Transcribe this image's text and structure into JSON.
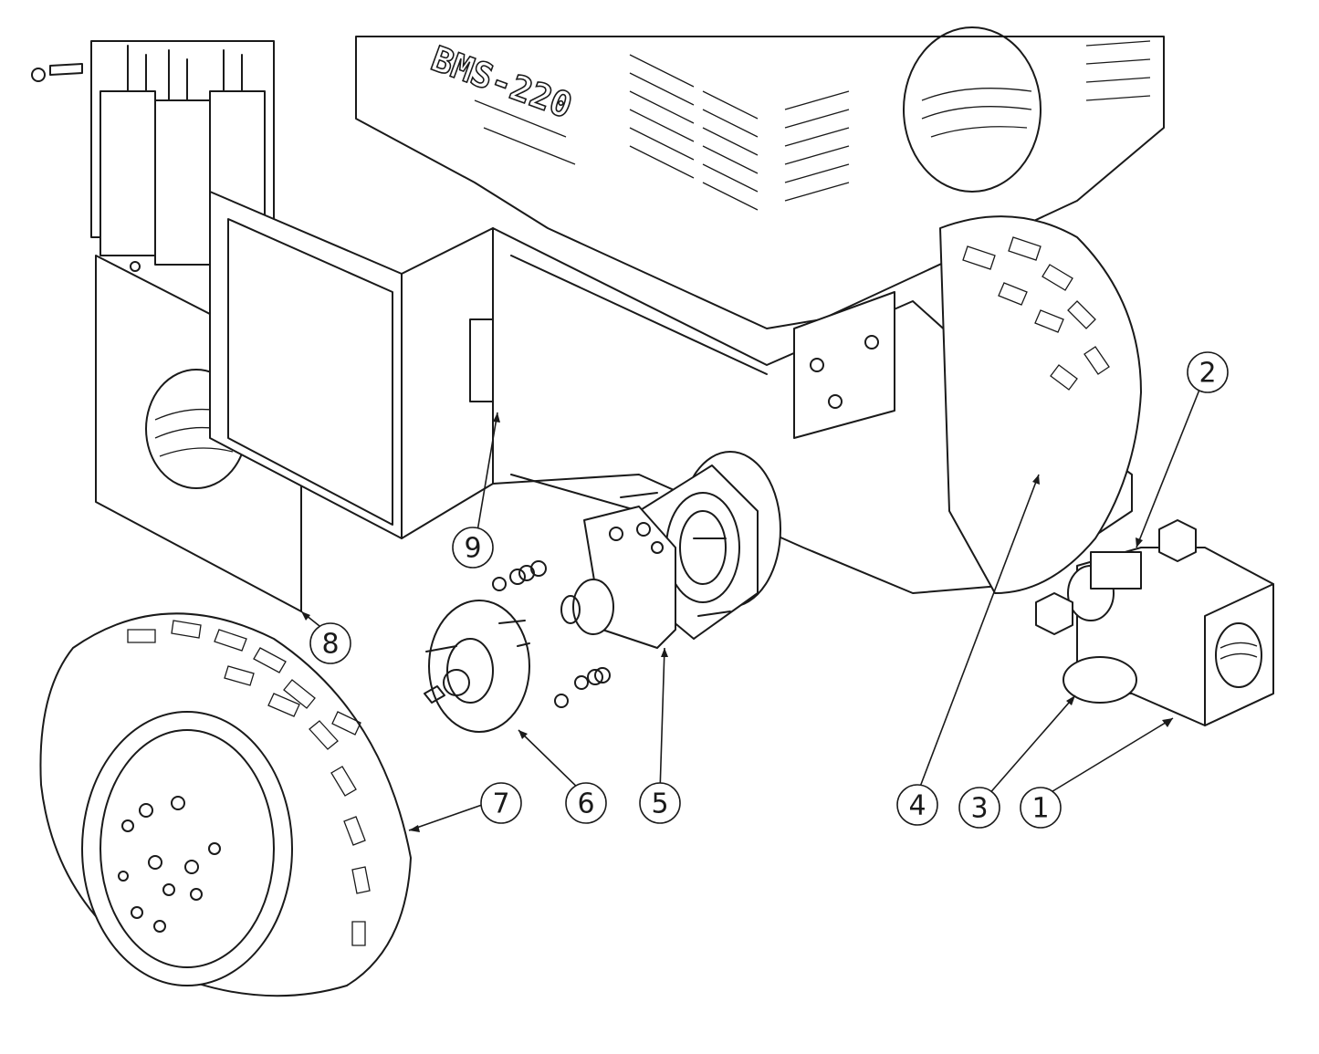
{
  "model_label": "BMS-220",
  "callouts": [
    {
      "label": "1"
    },
    {
      "label": "2"
    },
    {
      "label": "3"
    },
    {
      "label": "4"
    },
    {
      "label": "5"
    },
    {
      "label": "6"
    },
    {
      "label": "7"
    },
    {
      "label": "8"
    },
    {
      "label": "9"
    }
  ]
}
